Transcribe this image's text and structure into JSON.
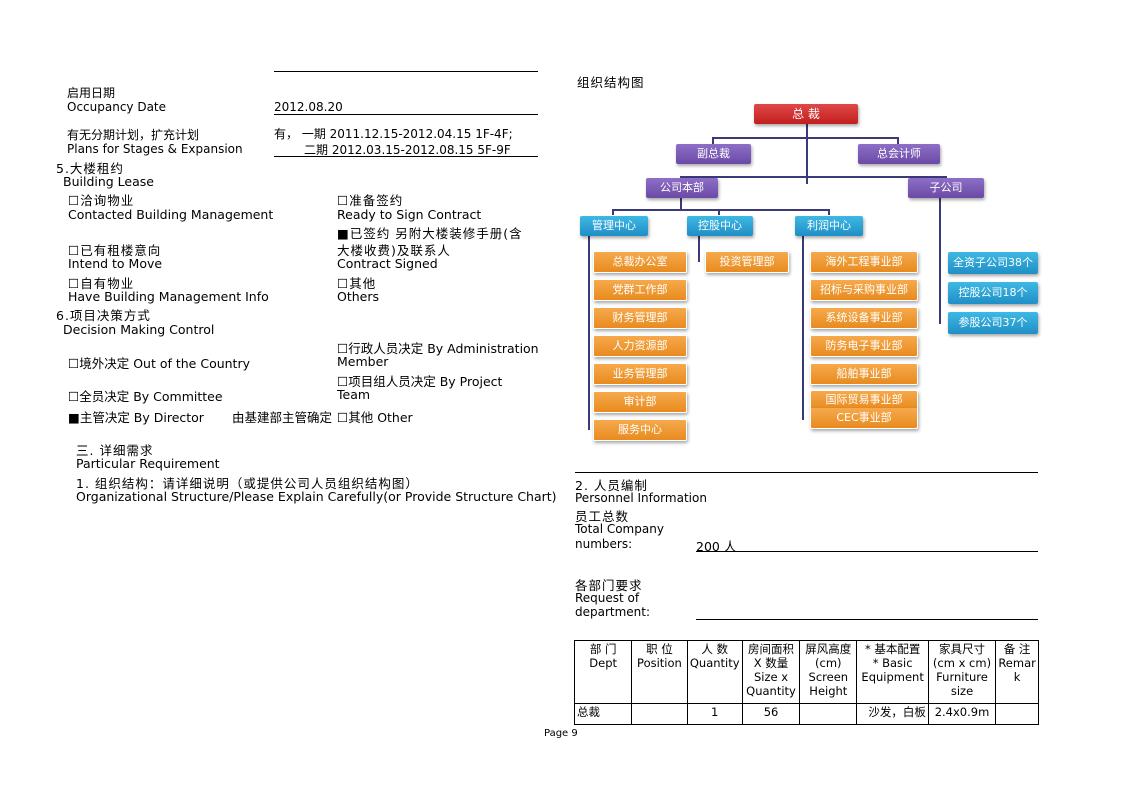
{
  "left": {
    "occupancy_date": {
      "label_cn": "启用日期",
      "label_en": "Occupancy Date",
      "value": "2012.08.20"
    },
    "plans": {
      "label_cn": "有无分期计划，扩充计划",
      "label_en": "Plans for Stages & Expansion",
      "value_line1": "有，   一期    2011.12.15-2012.04.15 1F-4F;",
      "value_line2": "二期  2012.03.15-2012.08.15 5F-9F"
    },
    "building_lease": {
      "heading_cn": "5.大楼租约",
      "heading_en": "Building Lease",
      "options": [
        {
          "check": "☐",
          "cn": "洽询物业",
          "en": "Contacted Building Management"
        },
        {
          "check": "☐",
          "cn": "准备签约",
          "en": "Ready to Sign Contract"
        },
        {
          "check": "■",
          "cn": "已签约   另附大楼装修手册(含",
          "cn2": "大楼收费)及联系人",
          "en": "Contract Signed"
        },
        {
          "check": "☐",
          "cn": "已有租楼意向",
          "en": "Intend to Move"
        },
        {
          "check": "☐",
          "cn": "自有物业",
          "en": "Have Building Management Info"
        },
        {
          "check": "☐",
          "cn": "其他",
          "en": "Others"
        }
      ]
    },
    "decision": {
      "heading_cn": "6.项目决策方式",
      "heading_en": "Decision Making Control",
      "options": [
        {
          "check": "☐",
          "text": "行政人员决定 By Administration",
          "text2": "Member"
        },
        {
          "check": "☐",
          "text": "境外决定 Out of the Country"
        },
        {
          "check": "☐",
          "text": "项目组人员决定 By Project",
          "text2": "Team"
        },
        {
          "check": "☐",
          "text": "全员决定 By Committee"
        },
        {
          "check": "■",
          "text": "主管决定 By Director"
        },
        {
          "check": "",
          "text": "由基建部主管确定"
        },
        {
          "check": "☐",
          "text": "其他 Other"
        }
      ]
    },
    "requirement": {
      "heading_cn": "三. 详细需求",
      "heading_en": "Particular Requirement",
      "item_cn": "1.    组织结构：请详细说明（或提供公司人员组织结构图）",
      "item_en": "Organizational Structure/Please Explain Carefully(or Provide Structure Chart)"
    }
  },
  "right": {
    "chart_title": "组织结构图",
    "org": {
      "ceo": "总 裁",
      "vp": "副总裁",
      "cfo": "总会计师",
      "hq": "公司本部",
      "sub": "子公司",
      "centers": [
        "管理中心",
        "控股中心",
        "利润中心"
      ],
      "mgmt_units": [
        "总裁办公室",
        "党群工作部",
        "财务管理部",
        "人力资源部",
        "业务管理部",
        "审计部",
        "服务中心"
      ],
      "holding_units": [
        "投资管理部"
      ],
      "profit_units": [
        "海外工程事业部",
        "招标与采购事业部",
        "系统设备事业部",
        "防务电子事业部",
        "船舶事业部",
        "国际贸易事业部",
        "CEC事业部"
      ],
      "subsidiaries": [
        "全资子公司38个",
        "控股公司18个",
        "参股公司37个"
      ]
    },
    "personnel": {
      "heading_cn": "2. 人员编制",
      "heading_en": "Personnel Information",
      "total_cn": "员工总数",
      "total_en1": "Total Company",
      "total_en2": "numbers:",
      "total_value": "200 人"
    },
    "dept_request": {
      "label_cn": "各部门要求",
      "label_en1": "Request of",
      "label_en2": "department:"
    },
    "table": {
      "headers": [
        {
          "cn": "部    门",
          "en": "Dept"
        },
        {
          "cn": "职    位",
          "en": "Position"
        },
        {
          "cn": "人  数",
          "en": "Quantity"
        },
        {
          "cn": "房间面积",
          "en": "X 数量",
          "en2": "Size x",
          "en3": "Quantity"
        },
        {
          "cn": "屏风高度",
          "en": "(cm)",
          "en2": "Screen",
          "en3": "Height"
        },
        {
          "cn": "* 基本配置",
          "en": "* Basic",
          "en2": "Equipment"
        },
        {
          "cn": "家具尺寸",
          "en": "(cm x cm)",
          "en2": "Furniture",
          "en3": "size"
        },
        {
          "cn": "备    注",
          "en": "Remar",
          "en2": "k"
        }
      ],
      "rows": [
        [
          "总裁",
          "",
          "1",
          "56",
          "",
          "沙发，白板",
          "2.4x0.9m",
          ""
        ]
      ]
    }
  },
  "footer": {
    "page": "Page 9"
  }
}
